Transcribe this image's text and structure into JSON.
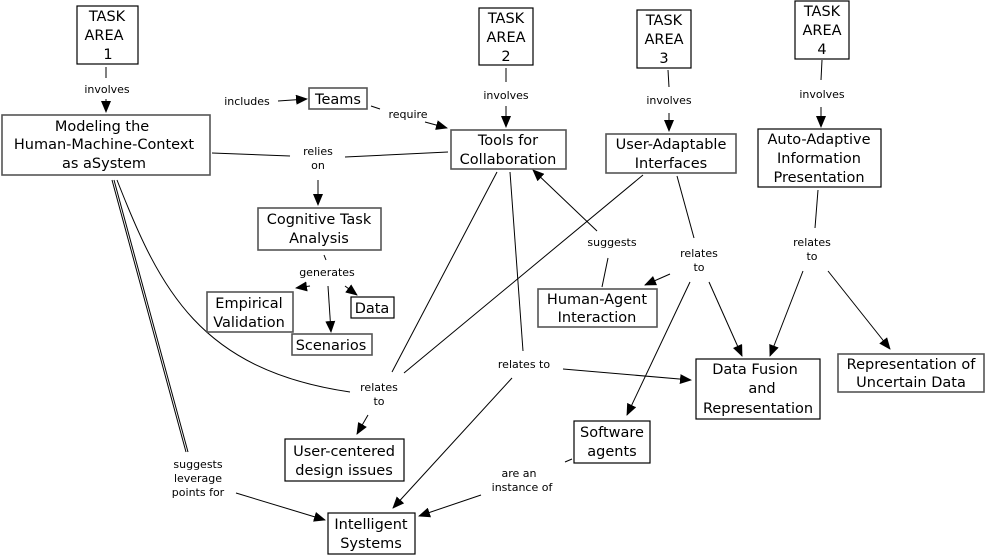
{
  "diagram": {
    "type": "concept-map",
    "nodes": [
      {
        "id": "ta1",
        "lines": [
          "TASK",
          "AREA",
          "1"
        ]
      },
      {
        "id": "ta2",
        "lines": [
          "TASK",
          "AREA",
          "2"
        ]
      },
      {
        "id": "ta3",
        "lines": [
          "TASK",
          "AREA",
          "3"
        ]
      },
      {
        "id": "ta4",
        "lines": [
          "TASK",
          "AREA",
          "4"
        ]
      },
      {
        "id": "modeling",
        "lines": [
          "Modeling the",
          "Human-Machine-Context",
          "as aSystem"
        ]
      },
      {
        "id": "teams",
        "lines": [
          "Teams"
        ]
      },
      {
        "id": "tools",
        "lines": [
          "Tools for",
          "Collaboration"
        ]
      },
      {
        "id": "uai",
        "lines": [
          "User-Adaptable",
          "Interfaces"
        ]
      },
      {
        "id": "aaip",
        "lines": [
          "Auto-Adaptive",
          "Information",
          "Presentation"
        ]
      },
      {
        "id": "cta",
        "lines": [
          "Cognitive Task",
          "Analysis"
        ]
      },
      {
        "id": "empirical",
        "lines": [
          "Empirical",
          "Validation"
        ]
      },
      {
        "id": "data",
        "lines": [
          "Data"
        ]
      },
      {
        "id": "scenarios",
        "lines": [
          "Scenarios"
        ]
      },
      {
        "id": "hai",
        "lines": [
          "Human-Agent",
          "Interaction"
        ]
      },
      {
        "id": "dfr",
        "lines": [
          "Data Fusion",
          "and",
          "Representation"
        ]
      },
      {
        "id": "rud",
        "lines": [
          "Representation of",
          "Uncertain Data"
        ]
      },
      {
        "id": "ucd",
        "lines": [
          "User-centered",
          "design issues"
        ]
      },
      {
        "id": "agents",
        "lines": [
          "Software",
          "agents"
        ]
      },
      {
        "id": "intsys",
        "lines": [
          "Intelligent",
          "Systems"
        ]
      }
    ],
    "link_labels": [
      {
        "id": "l-ta1",
        "lines": [
          "involves"
        ]
      },
      {
        "id": "l-ta2",
        "lines": [
          "involves"
        ]
      },
      {
        "id": "l-ta3",
        "lines": [
          "involves"
        ]
      },
      {
        "id": "l-ta4",
        "lines": [
          "involves"
        ]
      },
      {
        "id": "l-includes",
        "lines": [
          "includes"
        ]
      },
      {
        "id": "l-require",
        "lines": [
          "require"
        ]
      },
      {
        "id": "l-relies",
        "lines": [
          "relies",
          "on"
        ]
      },
      {
        "id": "l-generates",
        "lines": [
          "generates"
        ]
      },
      {
        "id": "l-suggests",
        "lines": [
          "suggests"
        ]
      },
      {
        "id": "l-relates-uai",
        "lines": [
          "relates",
          "to"
        ]
      },
      {
        "id": "l-relates-aaip",
        "lines": [
          "relates",
          "to"
        ]
      },
      {
        "id": "l-relates-tools",
        "lines": [
          "relates to"
        ]
      },
      {
        "id": "l-relates-ucd",
        "lines": [
          "relates",
          "to"
        ]
      },
      {
        "id": "l-leverage",
        "lines": [
          "suggests",
          "leverage",
          "points for"
        ]
      },
      {
        "id": "l-instance",
        "lines": [
          "are an",
          "instance of"
        ]
      }
    ]
  }
}
